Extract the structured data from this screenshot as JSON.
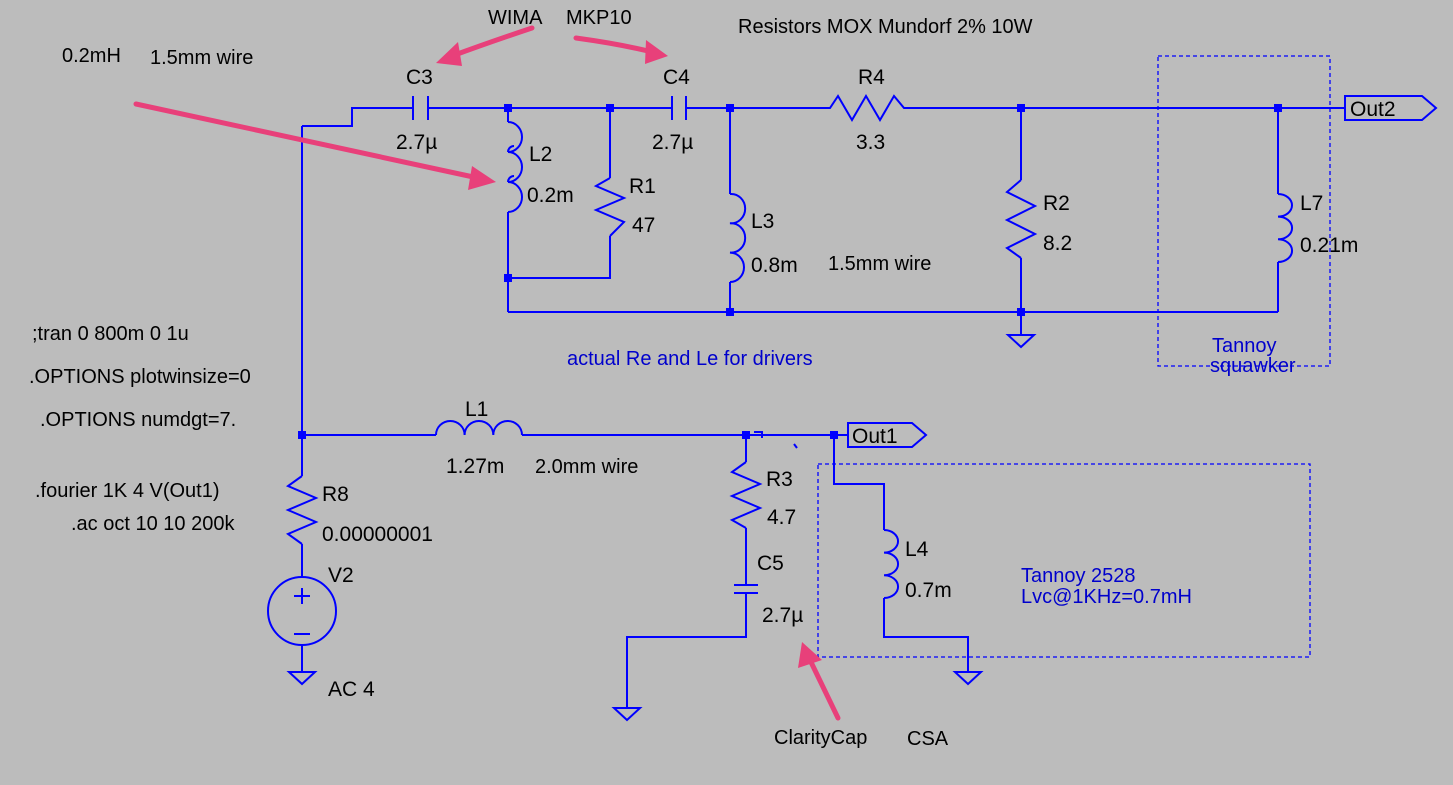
{
  "notes": {
    "wima": "WIMA",
    "mkp10": "MKP10",
    "resistors": "Resistors MOX Mundorf 2% 10W",
    "l2_note_value": "0.2mH",
    "l2_note_wire": "1.5mm wire",
    "l3_wire": "1.5mm wire",
    "l1_wire": "2.0mm wire",
    "claritycap": "ClarityCap",
    "csa": "CSA"
  },
  "directives": {
    "tran": ";tran 0 800m 0 1u",
    "plotwinsize": ".OPTIONS plotwinsize=0",
    "numdgt": ".OPTIONS numdgt=7.",
    "fourier": ".fourier 1K 4 V(Out1)",
    "ac": ".ac oct 10 10 200k"
  },
  "components": {
    "C3": {
      "name": "C3",
      "value": "2.7µ"
    },
    "C4": {
      "name": "C4",
      "value": "2.7µ"
    },
    "R4": {
      "name": "R4",
      "value": "3.3"
    },
    "L2": {
      "name": "L2",
      "value": "0.2m"
    },
    "R1": {
      "name": "R1",
      "value": "47"
    },
    "L3": {
      "name": "L3",
      "value": "0.8m"
    },
    "R2": {
      "name": "R2",
      "value": "8.2"
    },
    "L7": {
      "name": "L7",
      "value": "0.21m"
    },
    "L1": {
      "name": "L1",
      "value": "1.27m"
    },
    "R3": {
      "name": "R3",
      "value": "4.7"
    },
    "C5": {
      "name": "C5",
      "value": "2.7µ"
    },
    "L4": {
      "name": "L4",
      "value": "0.7m"
    },
    "R8": {
      "name": "R8",
      "value": "0.00000001"
    },
    "V2": {
      "name": "V2",
      "value": "AC 4"
    }
  },
  "ports": {
    "out1": "Out1",
    "out2": "Out2"
  },
  "comments": {
    "actual": "actual Re and Le for drivers",
    "tannoy_squawker_1": "Tannoy",
    "tannoy_squawker_2": "squawker",
    "tannoy2528_1": "Tannoy 2528",
    "tannoy2528_2": "Lvc@1KHz=0.7mH"
  },
  "colors": {
    "background": "#bcbcbc",
    "wire": "#0000ff",
    "comment_text": "#0000cc",
    "annotation_arrow": "#e8407a"
  }
}
